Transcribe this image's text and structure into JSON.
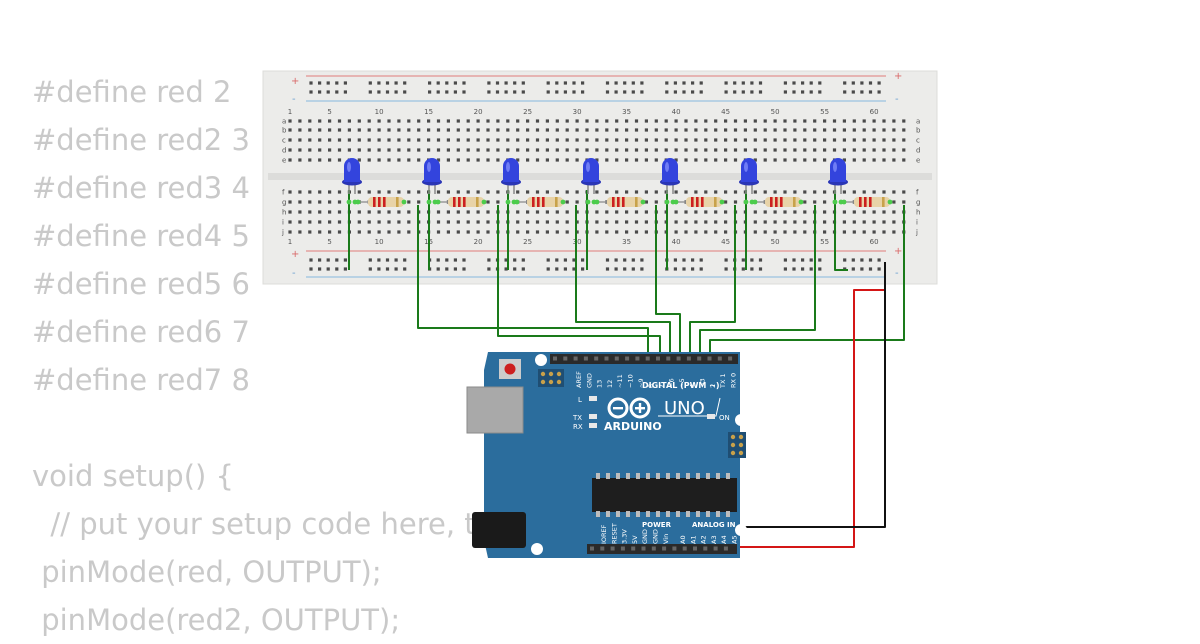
{
  "code_lines": [
    "#define red 2",
    "#define red2 3",
    "#define red3 4",
    "#define red4 5",
    "#define red5 6",
    "#define red6 7",
    "#define red7 8",
    "",
    "void setup() {",
    "  // put your setup code here, to run once:",
    " pinMode(red, OUTPUT);",
    " pinMode(red2, OUTPUT);"
  ],
  "breadboard": {
    "rail_plus": "+",
    "rail_minus": "-",
    "column_labels": [
      "1",
      "5",
      "10",
      "15",
      "20",
      "25",
      "30",
      "35",
      "40",
      "45",
      "50",
      "55",
      "60"
    ],
    "row_labels_top": [
      "a",
      "b",
      "c",
      "d",
      "e"
    ],
    "row_labels_bottom": [
      "f",
      "g",
      "h",
      "i",
      "j"
    ],
    "led_count": 7,
    "resistor_count": 7
  },
  "arduino": {
    "brand": "ARDUINO",
    "model": "UNO",
    "digital_header": "DIGITAL (PWM ~)",
    "digital_pins": [
      "AREF",
      "GND",
      "13",
      "12",
      "~11",
      "~10",
      "~9",
      "8",
      "7",
      "~6",
      "~5",
      "4",
      "~3",
      "2",
      "TX 1",
      "RX 0"
    ],
    "led_L": "L",
    "led_TX": "TX",
    "led_RX": "RX",
    "led_ON": "ON",
    "power_header": "POWER",
    "analog_header": "ANALOG IN",
    "power_pins": [
      "IOREF",
      "RESET",
      "3.3V",
      "5V",
      "GND",
      "GND",
      "Vin"
    ],
    "analog_pins": [
      "A0",
      "A1",
      "A2",
      "A3",
      "A4",
      "A5"
    ]
  },
  "colors": {
    "breadboard": "#ececea",
    "board": "#2b6d9d",
    "wire_signal": "#1a7a1a",
    "wire_vcc": "#d41616",
    "wire_gnd": "#111111",
    "led": "#3344dd",
    "code_text": "#c9c9c9"
  }
}
